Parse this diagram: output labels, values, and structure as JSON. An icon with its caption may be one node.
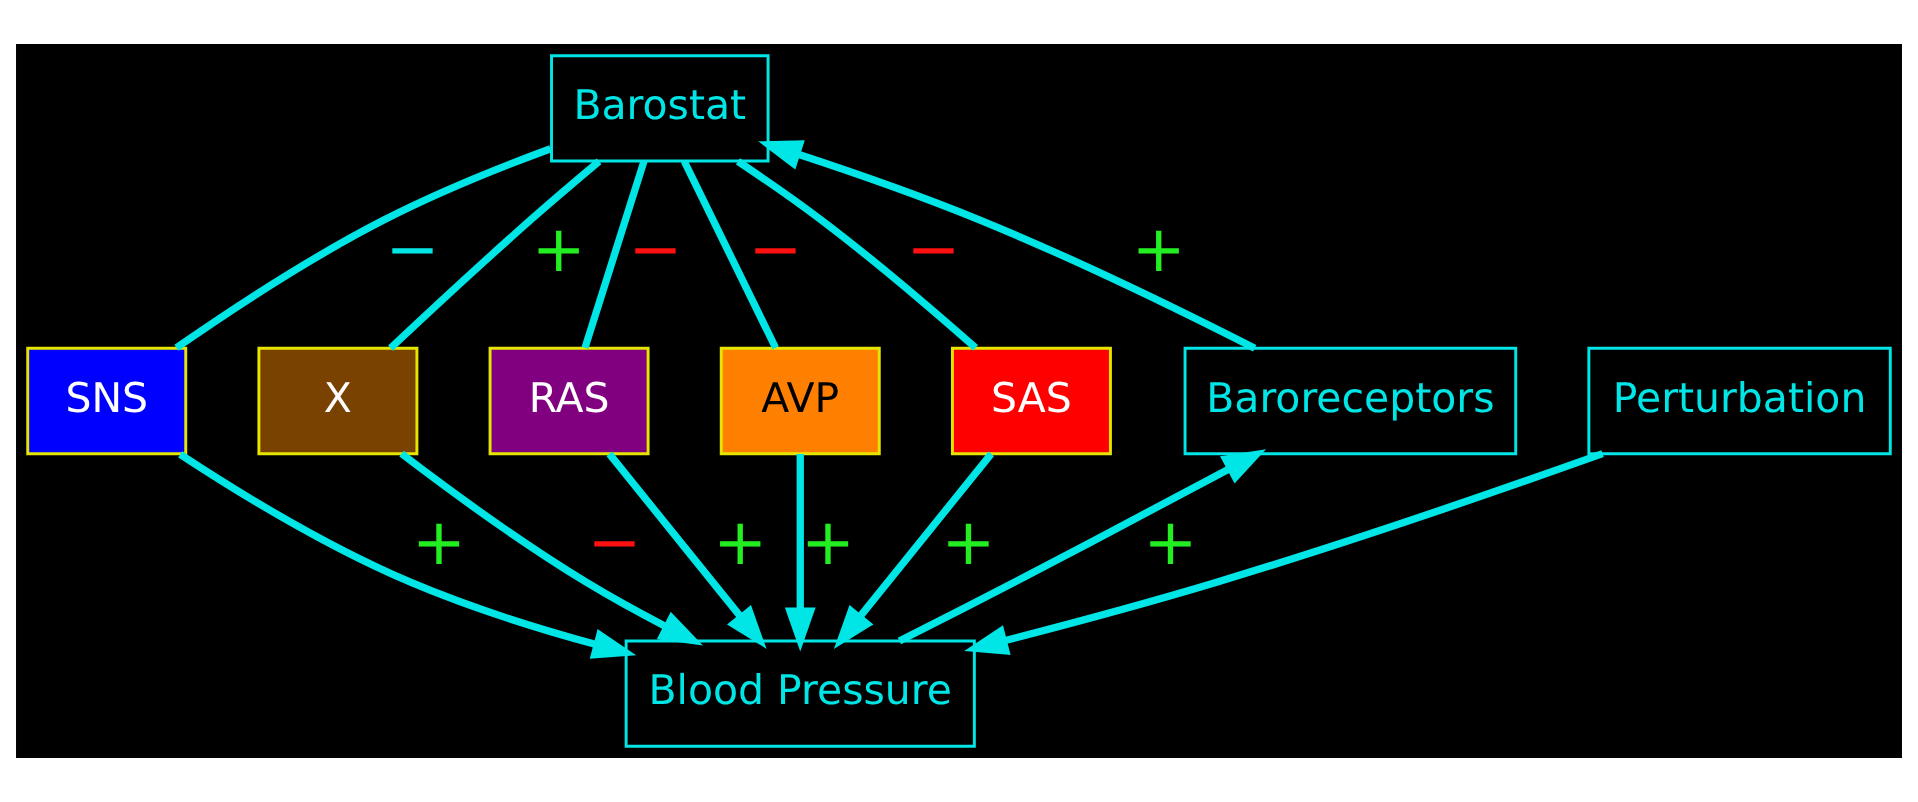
{
  "diagram": {
    "nodes": [
      {
        "text": [
          "Barostat"
        ]
      },
      {
        "text": [
          "Baroreceptors"
        ]
      },
      {
        "text": [
          "SNS"
        ]
      },
      {
        "text": [
          "X"
        ]
      },
      {
        "text": [
          "RAS"
        ]
      },
      {
        "text": [
          "AVP"
        ]
      },
      {
        "text": [
          "SAS"
        ]
      },
      {
        "text": [
          "Blood Pressure"
        ]
      },
      {
        "text": [
          "Perturbation"
        ]
      }
    ],
    "edges": [
      {
        "from": 1,
        "to": 0,
        "arrow": "to",
        "label": "+"
      },
      {
        "from": 0,
        "to": 2,
        "arrow": "none",
        "label": "−"
      },
      {
        "from": 0,
        "to": 3,
        "arrow": "none",
        "label": "+"
      },
      {
        "from": 0,
        "to": 4,
        "arrow": "none",
        "label": "−"
      },
      {
        "from": 0,
        "to": 5,
        "arrow": "none",
        "label": "−"
      },
      {
        "from": 0,
        "to": 6,
        "arrow": "none",
        "label": "−"
      },
      {
        "from": 2,
        "to": 7,
        "arrow": "to",
        "label": "+"
      },
      {
        "from": 3,
        "to": 7,
        "arrow": "to",
        "label": "−"
      },
      {
        "from": 4,
        "to": 7,
        "arrow": "to",
        "label": "+"
      },
      {
        "from": 5,
        "to": 7,
        "arrow": "to",
        "label": "+"
      },
      {
        "from": 6,
        "to": 7,
        "arrow": "to",
        "label": "+"
      },
      {
        "from": 7,
        "to": 1,
        "arrow": "to",
        "label": "+"
      },
      {
        "from": 8,
        "to": 7,
        "arrow": "to"
      }
    ]
  }
}
